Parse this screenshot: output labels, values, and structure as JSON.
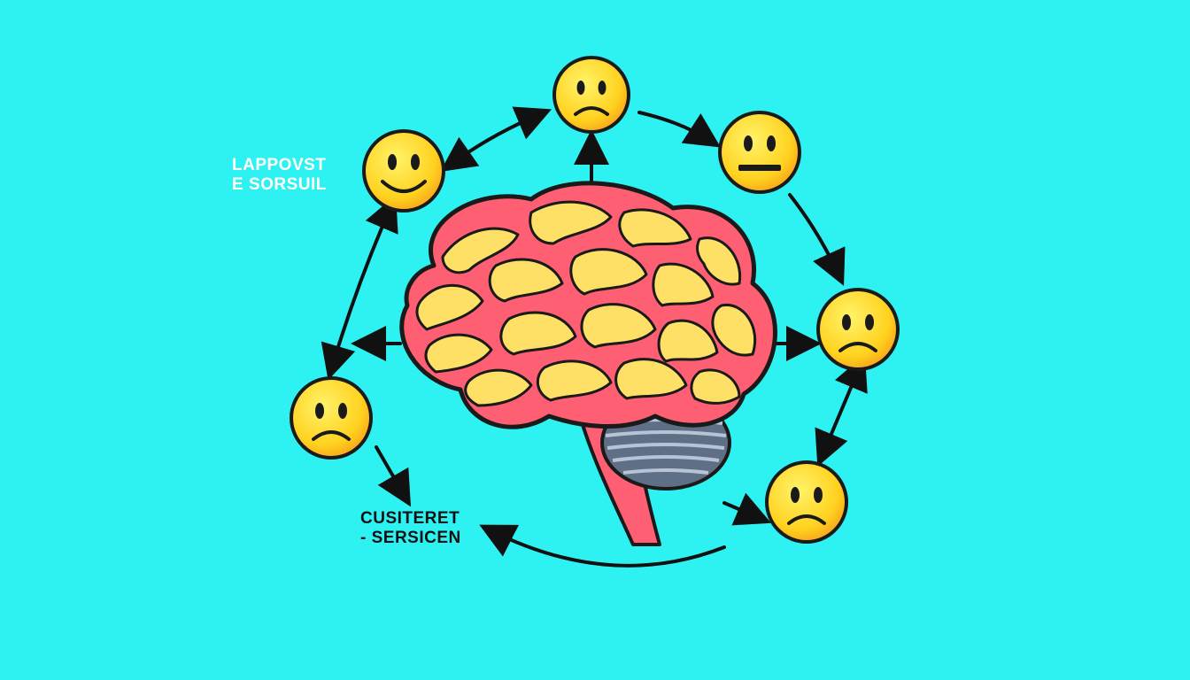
{
  "diagram": {
    "labels": {
      "top_left": {
        "line1": "LAPPOVST",
        "line2": "E SORSUIL",
        "color": "#ffffff"
      },
      "bottom_left": {
        "line1": "CUSITERET",
        "line2": "- SERSICEN",
        "color": "#111111"
      }
    },
    "faces": [
      {
        "id": "face-smile-left",
        "expression": "smiling"
      },
      {
        "id": "face-frown-top",
        "expression": "frowning"
      },
      {
        "id": "face-neutral-right",
        "expression": "neutral"
      },
      {
        "id": "face-frown-right",
        "expression": "frowning"
      },
      {
        "id": "face-frown-bottom-right",
        "expression": "frowning"
      },
      {
        "id": "face-frown-left",
        "expression": "frowning"
      }
    ],
    "colors": {
      "background": "#2ef2f2",
      "face": "#ffd21f",
      "brain_outer": "#ff5f73",
      "brain_gyri": "#ffe066",
      "cerebellum": "#6f7f9a",
      "arrow": "#111111"
    }
  }
}
